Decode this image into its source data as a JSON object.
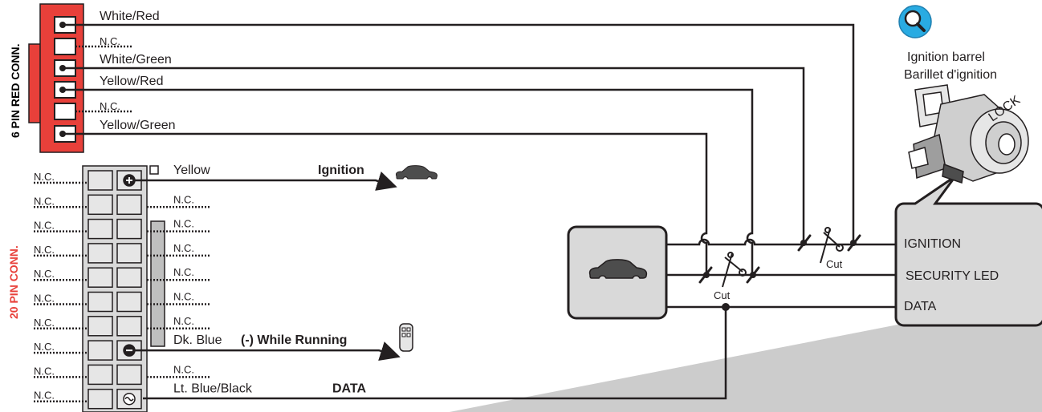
{
  "connectors": {
    "six_pin": {
      "label": "6 PIN RED CONN.",
      "color": "#e8403a",
      "pins": [
        {
          "wire": "White/Red"
        },
        {
          "wire": "N.C."
        },
        {
          "wire": "White/Green"
        },
        {
          "wire": "Yellow/Red"
        },
        {
          "wire": "N.C."
        },
        {
          "wire": "Yellow/Green"
        }
      ]
    },
    "twenty_pin": {
      "label": "20 PIN CONN.",
      "label_color": "#e8403a",
      "left_pins": [
        "N.C.",
        "N.C.",
        "N.C.",
        "N.C.",
        "N.C.",
        "N.C.",
        "N.C.",
        "N.C.",
        "N.C.",
        "N.C."
      ],
      "right_pins": [
        {
          "wire": "Yellow",
          "function": "Ignition",
          "symbol": "plus-icon"
        },
        {
          "wire": "N.C."
        },
        {
          "wire": "N.C."
        },
        {
          "wire": "N.C."
        },
        {
          "wire": "N.C."
        },
        {
          "wire": "N.C."
        },
        {
          "wire": "N.C."
        },
        {
          "wire": "Dk. Blue",
          "function": "(-) While Running",
          "symbol": "minus-icon"
        },
        {
          "wire": "N.C."
        },
        {
          "wire": "Lt. Blue/Black",
          "function": "DATA",
          "symbol": "tilde-icon"
        }
      ]
    }
  },
  "ignition_barrel": {
    "line1": "Ignition barrel",
    "line2": "Barillet d'ignition",
    "icon": "magnifier-icon",
    "key_text": "LOCK"
  },
  "module": {
    "lines": [
      "IGNITION",
      "SECURITY LED",
      "DATA"
    ],
    "fill": "#d9d9d9"
  },
  "cut_labels": [
    "Cut",
    "Cut"
  ],
  "vehicle_icon": "car-icon",
  "remote_icon": "remote-icon"
}
